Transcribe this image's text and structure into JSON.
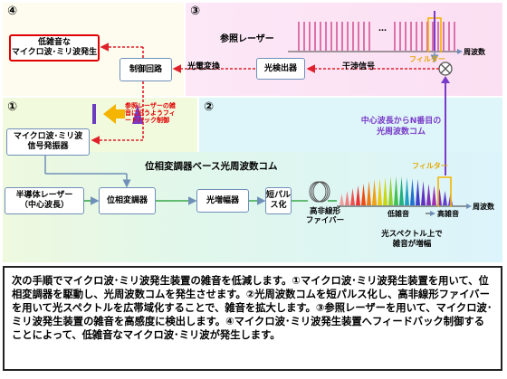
{
  "panels": {
    "p4_num": "④",
    "p3_num": "③",
    "p1_num": "①",
    "p2_num": "②"
  },
  "boxes": {
    "low_noise": "低雑音な\nマイクロ波･ミリ波発生",
    "control": "制御回路",
    "photodetector": "光検出器",
    "mw_source": "マイクロ波･ミリ波\n信号発振器",
    "laser": "半導体レーザー\n（中心波長）",
    "phase_mod": "位相変調器",
    "amp": "光増幅器",
    "pulse": "短パル\nス化"
  },
  "labels": {
    "ref_laser": "参照レーザー",
    "freq": "周波数",
    "filter_top": "フィルター",
    "dots": "…",
    "conversion": "光電変換",
    "interference": "干渉信号",
    "feedback_note": "参照レーザーの雑音に沿うようフィードバック制御",
    "n_th_comb": "中心波長からN番目の光周波数コム",
    "comb_title": "位相変調器ベース光周波数コム",
    "filter_mid": "フィルター",
    "hnlf": "高非線形\nファイバー",
    "low_noise_lbl": "低雑音",
    "high_noise_lbl": "高雑音",
    "freq2": "周波数",
    "spectrum_note": "光スペクトル上で\n雑音が増幅"
  },
  "description": "次の手順でマイクロ波･ミリ波発生装置の雑音を低減します。①マイクロ波･ミリ波発生装置を用いて、位相変調器を駆動し、光周波数コムを発生させます。②光周波数コムを短パルス化し、高非線形ファイバーを用いて光スペクトルを広帯域化することで、雑音を拡大します。③参照レーザーを用いて、マイクロ波･ミリ波発生装置の雑音を高感度に検出します。④マイクロ波･ミリ波発生装置へフィードバック制御することによって、低雑音なマイクロ波･ミリ波が発生します。",
  "colors": {
    "arrow_red": "#e0202a",
    "box_border": "#6f8fb8",
    "purple": "#7a3cc8",
    "comb_violet": "#8e44c8",
    "highlight_red": "#e00000"
  }
}
